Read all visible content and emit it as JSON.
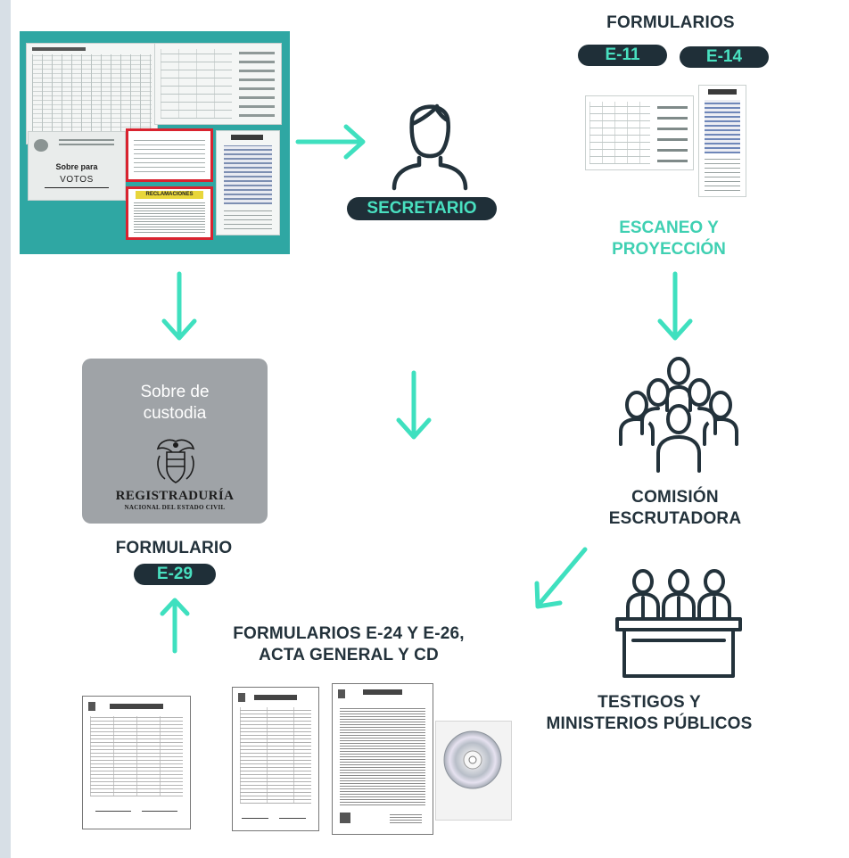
{
  "sobre_para": {
    "title": "Sobre para",
    "subtitle": "VOTOS"
  },
  "reclamaciones": {
    "title": "RECLAMACIONES"
  },
  "secretario": {
    "label": "SECRETARIO"
  },
  "formularios_top": {
    "heading": "FORMULARIOS",
    "pill_1": "E-11",
    "pill_2": "E-14"
  },
  "escaneo": {
    "line1": "ESCANEO Y",
    "line2": "PROYECCIÓN"
  },
  "sobre_custodia": {
    "title_line1": "Sobre de",
    "title_line2": "custodia",
    "org_name": "REGISTRADURÍA",
    "org_subtitle": "NACIONAL DEL ESTADO CIVIL"
  },
  "formulario_e29": {
    "heading": "FORMULARIO",
    "pill": "E-29"
  },
  "comision": {
    "line1": "COMISIÓN",
    "line2": "ESCRUTADORA"
  },
  "formularios_bottom": {
    "line1": "FORMULARIOS E-24 Y E-26,",
    "line2": "ACTA GENERAL Y CD"
  },
  "testigos": {
    "line1": "TESTIGOS Y",
    "line2": "MINISTERIOS PÚBLICOS"
  },
  "colors": {
    "teal": "#3fd0b2",
    "dark": "#23323b",
    "panel": "#2fa7a3",
    "card": "#9fa3a7"
  },
  "icons": [
    "person-icon",
    "group-icon",
    "witnesses-icon",
    "coat-of-arms-icon",
    "cd-disc-icon"
  ]
}
